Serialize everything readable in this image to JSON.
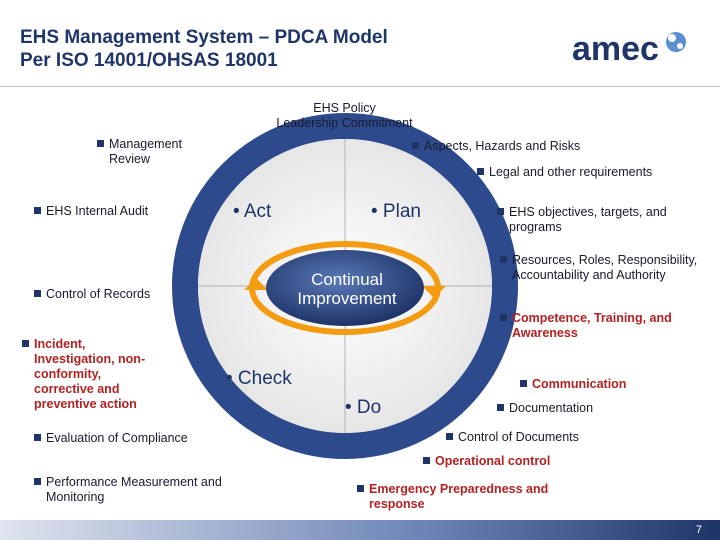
{
  "title_line1": "EHS Management System – PDCA Model",
  "title_line2": "Per ISO 14001/OHSAS 18001",
  "logo_text": "amec",
  "policy_line1": "EHS Policy",
  "policy_line2": "Leadership Commitment",
  "phases": {
    "act": "• Act",
    "plan": "• Plan",
    "check": "• Check",
    "do": "• Do"
  },
  "center_line1": "Continual",
  "center_line2": "Improvement",
  "left_items": [
    "Management Review",
    "EHS Internal Audit",
    "Control of Records",
    "Incident, Investigation, non-conformity, corrective and preventive action",
    "Evaluation of Compliance",
    "Performance Measurement and Monitoring"
  ],
  "right_items": [
    "Aspects, Hazards and Risks",
    "Legal and other requirements",
    "EHS objectives, targets, and programs",
    "Resources, Roles, Responsibility, Accountability and Authority",
    "Competence, Training, and Awareness",
    "Communication",
    "Documentation",
    "Control of Documents",
    "Operational control",
    "Emergency Preparedness and response"
  ],
  "colors": {
    "navy": "#1f3568",
    "ring": "#2d4a8c",
    "orange": "#f39c12",
    "accent_red": "#b22222"
  },
  "page_number": "7"
}
